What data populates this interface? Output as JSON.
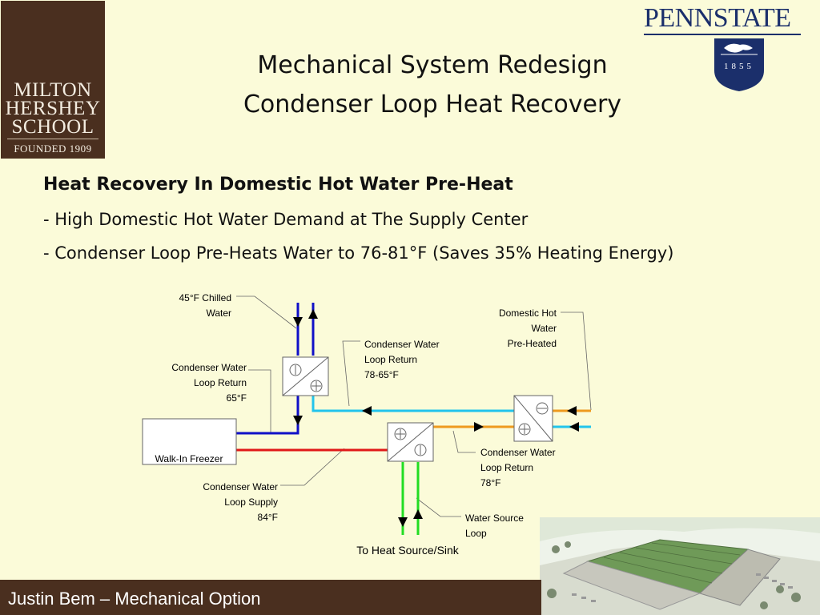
{
  "logos": {
    "left_lines": [
      "MILTON",
      "HERSHEY",
      "SCHOOL"
    ],
    "left_founded": "FOUNDED 1909",
    "right_wordmark": "PENNSTATE",
    "right_year": "1855"
  },
  "title": {
    "line1": "Mechanical System Redesign",
    "line2": "Condenser Loop Heat Recovery"
  },
  "body": {
    "heading": "Heat Recovery In Domestic Hot Water Pre-Heat",
    "bullet1": "- High Domestic Hot Water Demand at The Supply Center",
    "bullet2": "- Condenser Loop Pre-Heats Water to 76-81°F (Saves 35% Heating Energy)"
  },
  "diagram": {
    "labels": {
      "chilled_water": [
        "45°F Chilled",
        "Water"
      ],
      "cond_return_65": [
        "Condenser Water",
        "Loop Return",
        "65°F"
      ],
      "cond_return_78_65": [
        "Condenser Water",
        "Loop Return",
        "78-65°F"
      ],
      "dhw_preheated": [
        "Domestic Hot",
        "Water",
        "Pre-Heated"
      ],
      "cond_return_78": [
        "Condenser Water",
        "Loop Return",
        "78°F"
      ],
      "cond_supply_84": [
        "Condenser Water",
        "Loop Supply",
        "84°F"
      ],
      "water_source_loop": [
        "Water Source",
        "Loop"
      ],
      "heat_source_sink": "To Heat Source/Sink",
      "walk_in_freezer": "Walk-In Freezer"
    },
    "colors": {
      "chilled": "#1010c8",
      "cond_return": "#22c4ec",
      "cond_supply": "#e01818",
      "warm": "#ee9a1e",
      "source_loop": "#22dd22"
    }
  },
  "footer": {
    "author": "Justin Bem – Mechanical Option"
  }
}
